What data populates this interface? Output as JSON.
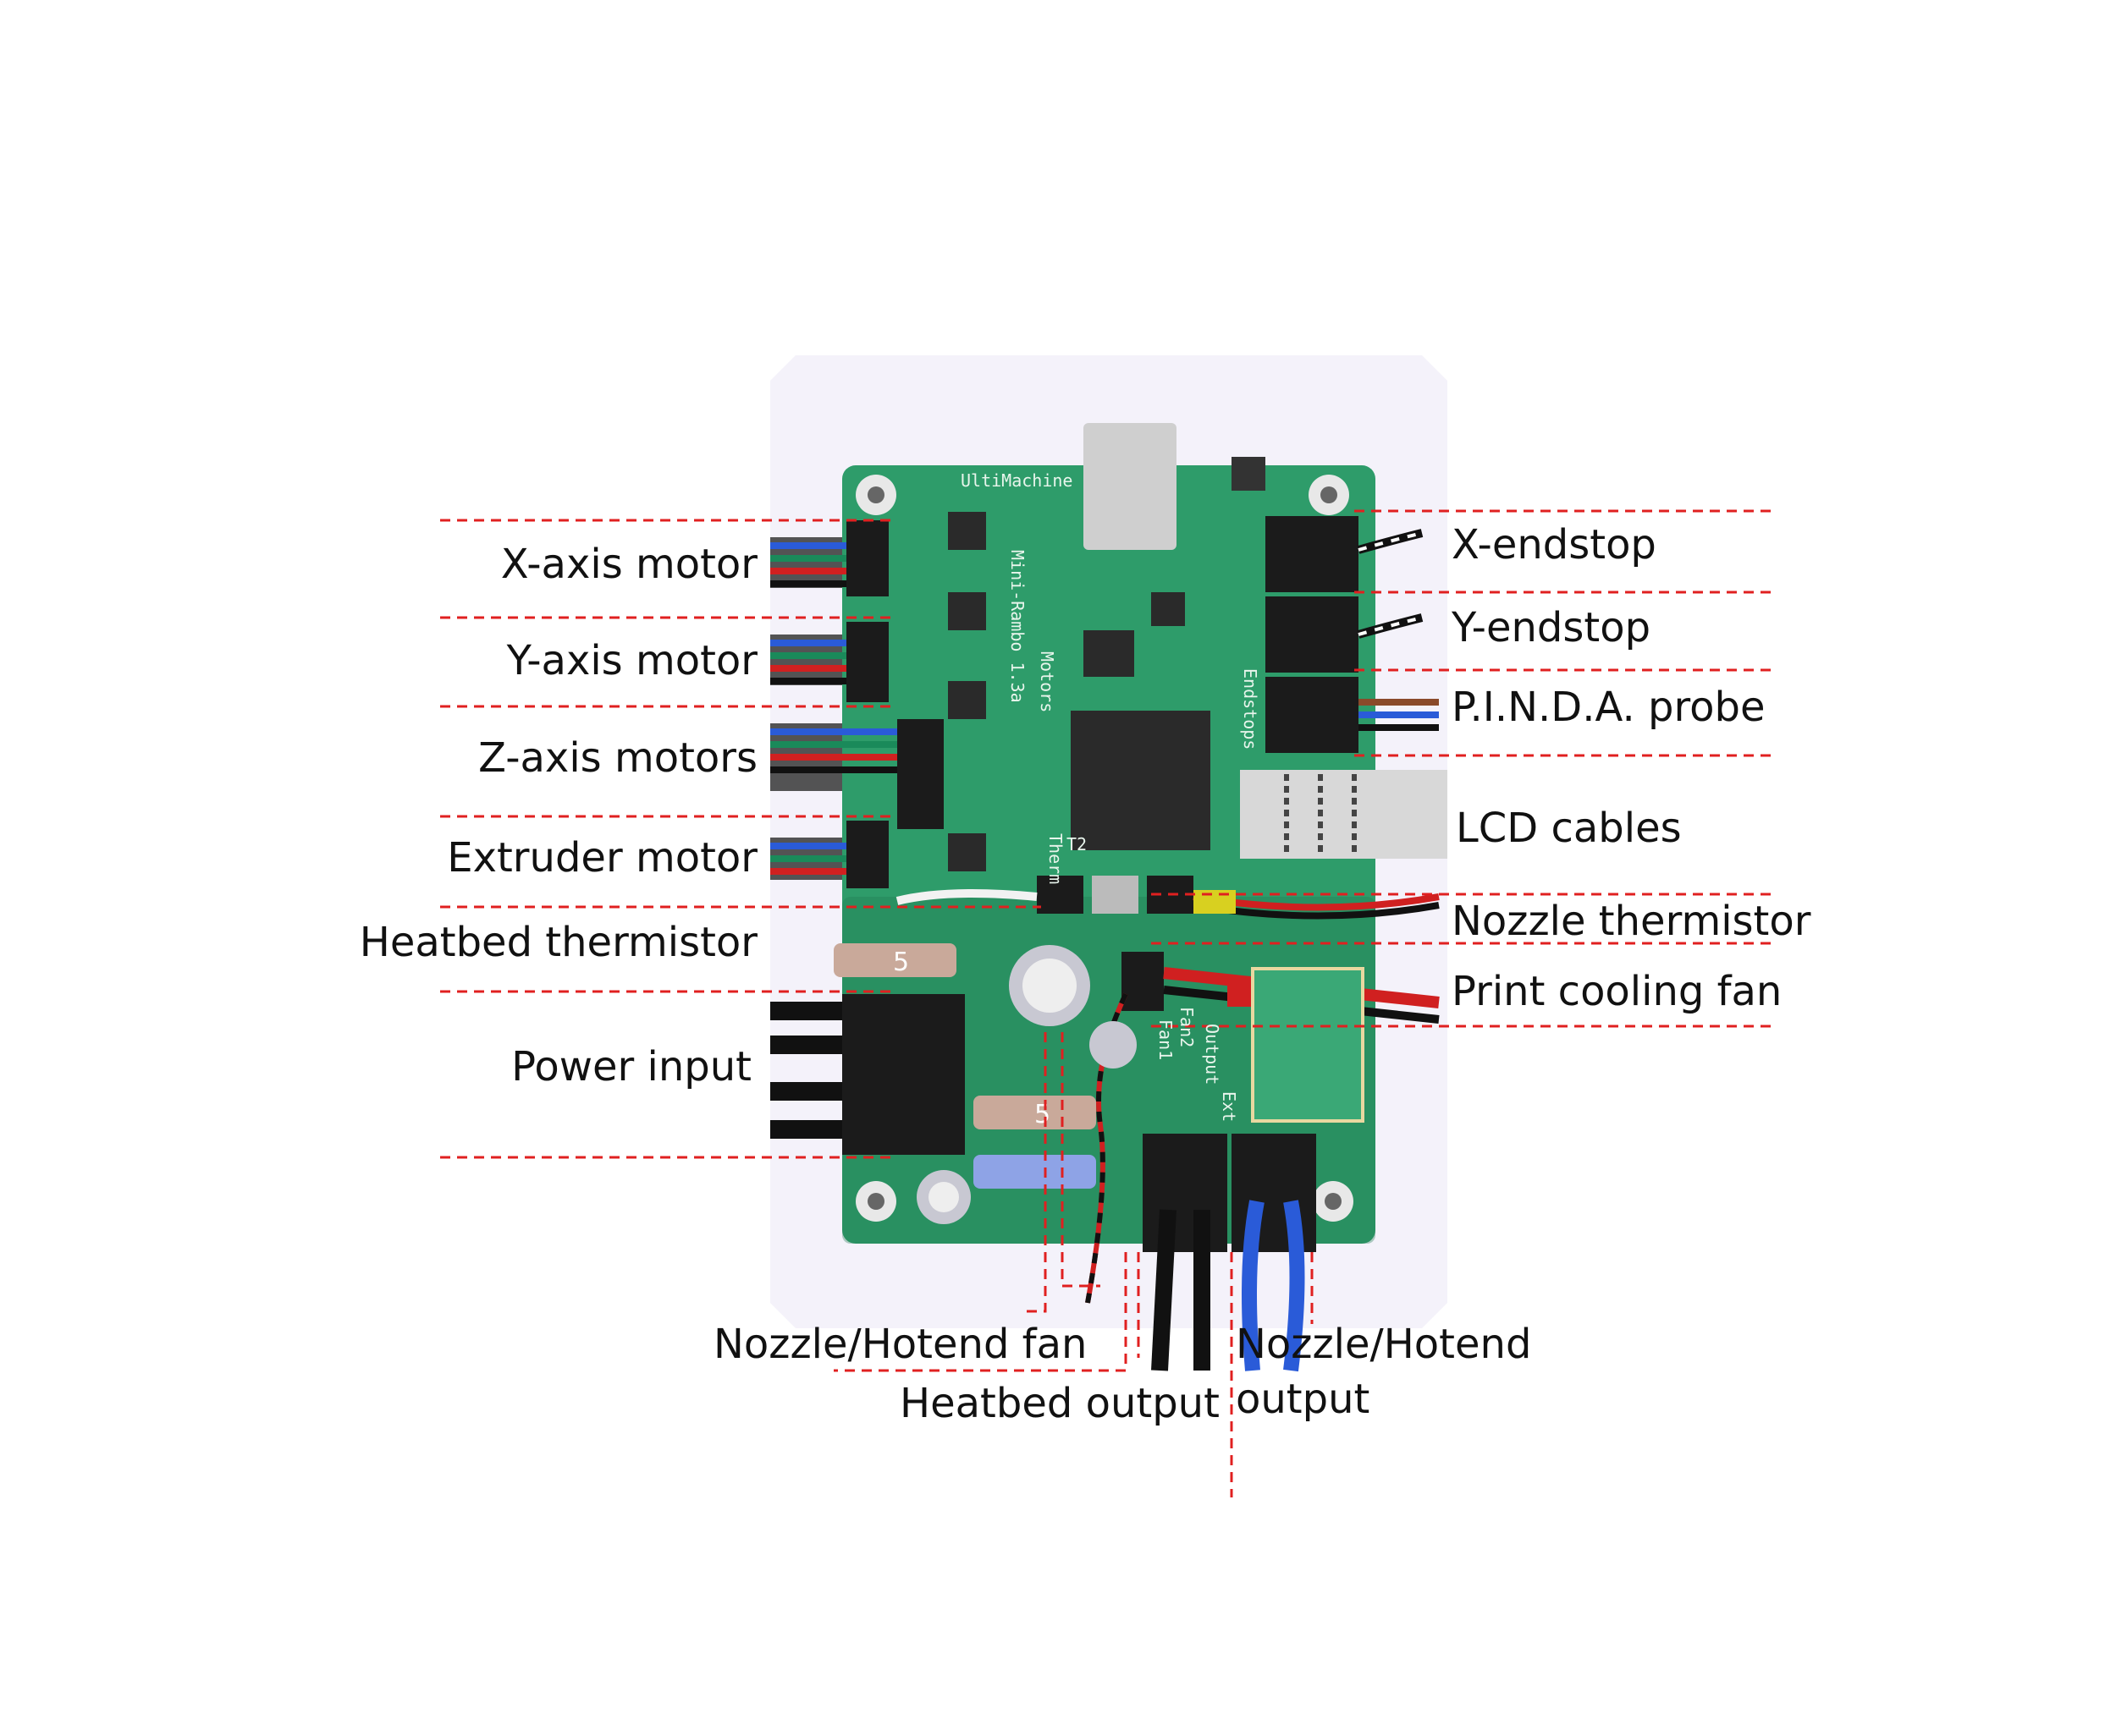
{
  "colors": {
    "background": "#ffffff",
    "backdrop": "#f4f2fa",
    "pcb": "#2e9c6a",
    "pcb_dark": "#1f7a50",
    "leader_line": "#e02020",
    "connector": "#1b1b1b",
    "fuse_tan": "#c9a99a",
    "fuse_blue": "#8ea3e6",
    "chip": "#2a2a2a",
    "usb_metal": "#cfcfcf",
    "lcd_cable": "#d8d8d8",
    "heater_cable": "#2a5bd8"
  },
  "labels": {
    "x_axis_motor": "X-axis motor",
    "y_axis_motor": "Y-axis motor",
    "z_axis_motors": "Z-axis motors",
    "extruder_motor": "Extruder motor",
    "heatbed_thermistor": "Heatbed thermistor",
    "power_input": "Power input",
    "x_endstop": "X-endstop",
    "y_endstop": "Y-endstop",
    "pinda_probe": "P.I.N.D.A. probe",
    "lcd_cables": "LCD cables",
    "nozzle_thermistor": "Nozzle thermistor",
    "print_cooling_fan": "Print cooling fan",
    "nozzle_hotend_fan": "Nozzle/Hotend  fan",
    "heatbed_output": "Heatbed output",
    "nozzle_hotend_output_line1": "Nozzle/Hotend",
    "nozzle_hotend_output_line2": "output"
  },
  "board": {
    "name": "Mini-Rambo 1.3a",
    "header_text": "UltiMachine",
    "fuse_labels": [
      "5",
      "5"
    ],
    "silkscreen": [
      "Motors",
      "Endstops",
      "Therm",
      "T2",
      "Fan2",
      "Fan1",
      "Output",
      "Ext"
    ]
  }
}
